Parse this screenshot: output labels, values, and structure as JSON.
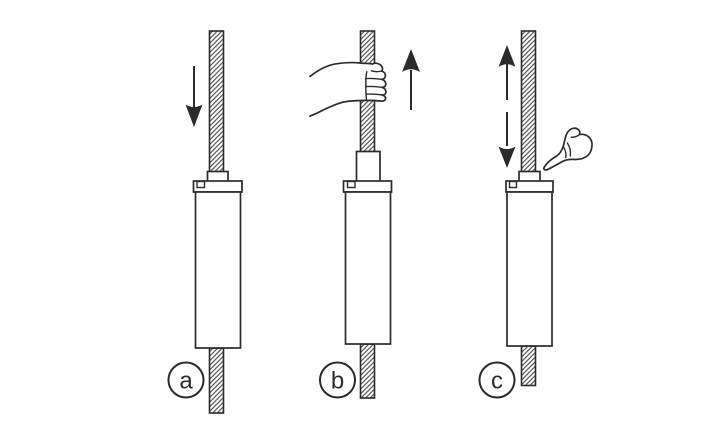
{
  "figure": {
    "background_color": "#ffffff",
    "stroke_color": "#2b2b2b",
    "hatch_color": "#4d4d4d",
    "panels": [
      {
        "label": "a",
        "arrow_icons": [
          "down-arrow"
        ],
        "hand_icons": []
      },
      {
        "label": "b",
        "arrow_icons": [
          "up-arrow"
        ],
        "hand_icons": [
          "gripping-hand"
        ]
      },
      {
        "label": "c",
        "arrow_icons": [
          "up-arrow",
          "down-arrow"
        ],
        "hand_icons": [
          "pointing-hand"
        ]
      }
    ]
  }
}
